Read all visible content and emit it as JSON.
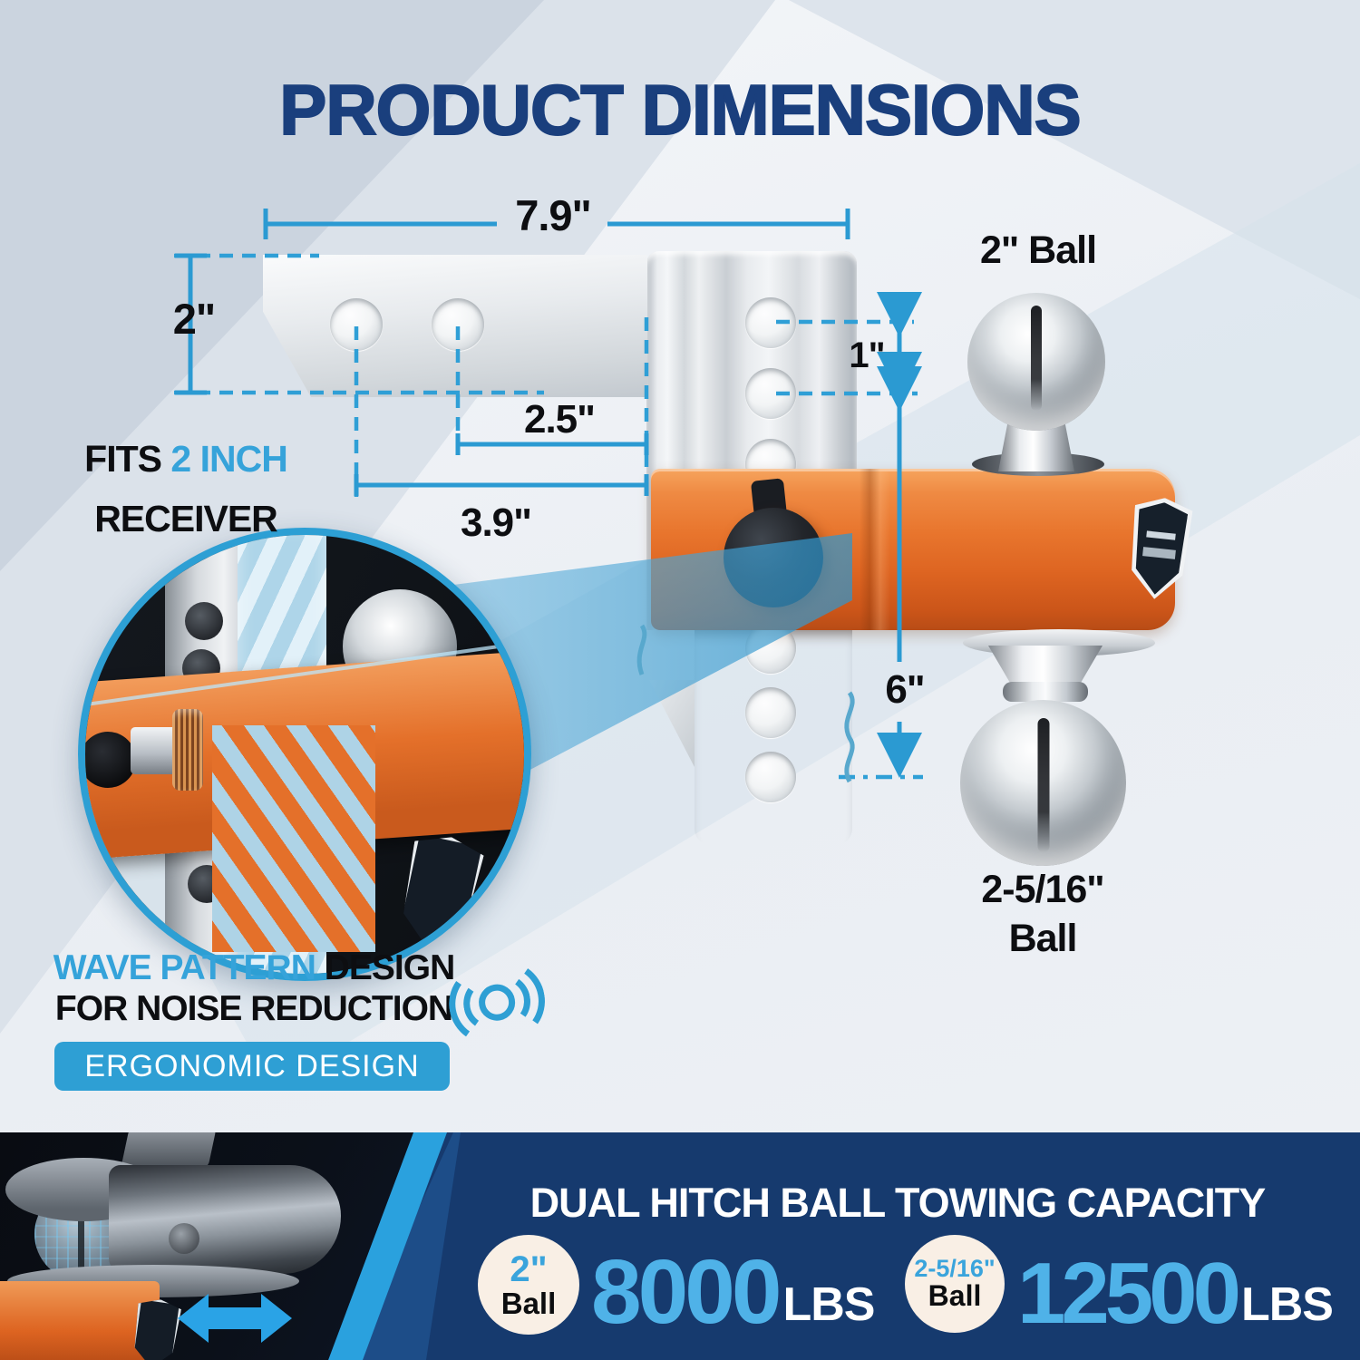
{
  "title": "PRODUCT DIMENSIONS",
  "diagram": {
    "dim_width": "7.9\"",
    "dim_shank_height": "2\"",
    "dim_hole_front": "2.5\"",
    "dim_hole_back": "3.9\"",
    "dim_hole_pitch": "1\"",
    "dim_drop": "6\"",
    "ball_top_label": "2\" Ball",
    "ball_bottom_label_l1": "2-5/16\"",
    "ball_bottom_label_l2": "Ball",
    "fits_black": "FITS ",
    "fits_blue": "2 INCH",
    "fits_line2": "RECEIVER"
  },
  "wave": {
    "l1_blue": "WAVE PATTERN",
    "l1_black": " DESIGN",
    "l2": "FOR NOISE REDUCTION",
    "banner": "ERGONOMIC DESIGN"
  },
  "capacity": {
    "heading": "DUAL HITCH BALL TOWING CAPACITY",
    "items": [
      {
        "size": "2\"",
        "label": "Ball",
        "value": "8000",
        "unit": "LBS"
      },
      {
        "size": "2-5/16\"",
        "label": "Ball",
        "value": "12500",
        "unit": "LBS"
      }
    ]
  },
  "colors": {
    "accent_blue": "#2e9fd4",
    "dim_line_blue": "#2b9ad2",
    "navy_band": "#163a6e",
    "number_blue": "#4fb2e8",
    "title_navy": "#1a3f7d",
    "clamp_orange": "#e8752d",
    "badge_cream": "#f9efe5"
  }
}
